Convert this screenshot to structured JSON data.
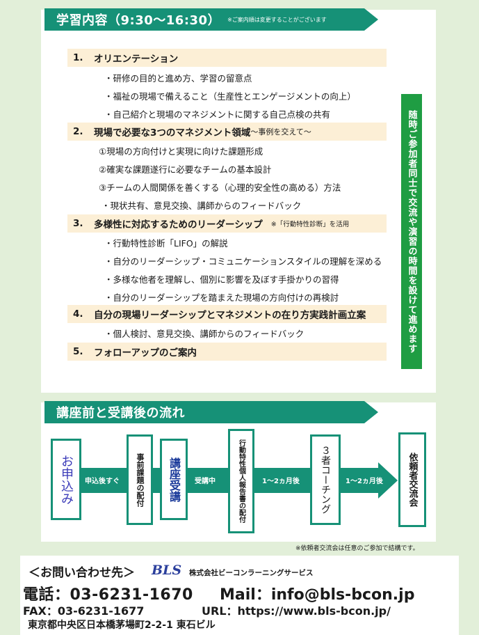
{
  "section1": {
    "title": "学習内容（9:30～16:30）",
    "note": "※ご案内順は変更することがございます",
    "items": [
      {
        "num": "1.",
        "title": "オリエンテーション"
      },
      {
        "num": "2.",
        "title": "現場で必要な3つのマネジメント領域",
        "sub": "～事例を交えて～"
      },
      {
        "num": "3.",
        "title": "多様性に対応するためのリーダーシップ",
        "note": "※「行動特性診断」を活用"
      },
      {
        "num": "4.",
        "title": "自分の現場リーダーシップとマネジメントの在り方実践計画立案"
      },
      {
        "num": "5.",
        "title": "フォローアップのご案内"
      }
    ],
    "bullets1": [
      "・研修の目的と進め方、学習の留意点",
      "・福祉の現場で備えること（生産性とエンゲージメントの向上）",
      "・自己紹介と現場のマネジメントに関する自己点検の共有"
    ],
    "bullets2": [
      "①現場の方向付けと実現に向けた課題形成",
      "②確実な課題遂行に必要なチームの基本設計",
      "③チームの人間関係を善くする（心理的安全性の高める）方法",
      "・現状共有、意見交換、講師からのフィードバック"
    ],
    "bullets3": [
      "・行動特性診断「LIFO」の解説",
      "・自分のリーダーシップ・コミュニケーションスタイルの理解を深める",
      "・多様な他者を理解し、個別に影響を及ぼす手掛かりの習得",
      "・自分のリーダーシップを踏まえた現場の方向付けの再検討"
    ],
    "bullets4": [
      "・個人検討、意見交換、講師からのフィードバック"
    ],
    "side_note": "随時ご参加者同士で交流や演習の時間を設けて進めます"
  },
  "section2": {
    "title": "講座前と受講後の流れ",
    "steps": [
      "お申込み",
      "事前課題の配付",
      "講座受講",
      "行動特性個人報告書の配付",
      "３者コーチング",
      "依頼者交流会"
    ],
    "arrows": [
      "申込後すぐ",
      "受講中",
      "1～2ヵ月後",
      "1～2ヵ月後"
    ],
    "note": "※依頼者交流会は任意のご参加で結構です。"
  },
  "contact": {
    "heading": "＜お問い合わせ先＞",
    "logo": "BLS",
    "company": "株式会社ビーコンラーニングサービス",
    "tel": "電話：03-6231-1670",
    "mail": "Mail：info@bls-bcon.jp",
    "fax": "FAX：03-6231-1677",
    "url": "URL：https://www.bls-bcon.jp/",
    "address": "東京都中央区日本橋茅場町2-2-1 東石ビル"
  },
  "colors": {
    "accent": "#169177",
    "section_bg": "#fcefd6",
    "side_green": "#1f9d43",
    "page_bg": "#e2efd9"
  }
}
